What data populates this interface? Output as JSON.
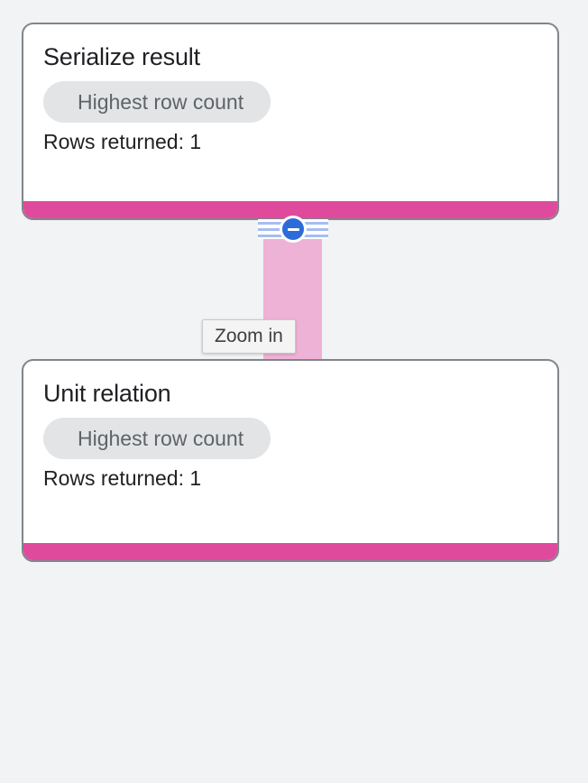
{
  "theme": {
    "background": "#f1f3f4",
    "card_background": "#ffffff",
    "card_border": "#80868b",
    "accent_pink": "#e04a9d",
    "edge_pink": "#eeb2d6",
    "chip_background": "#e2e4e6",
    "chip_text": "#5f6368",
    "title_text": "#1f2023",
    "button_blue": "#2b6cd9",
    "stripe_blue": "#a6bef0",
    "tooltip_background": "#f4f4f4",
    "tooltip_text": "#3c4043"
  },
  "graph": {
    "nodes": [
      {
        "id": "serialize-result",
        "title": "Serialize result",
        "chip_label": "Highest row count",
        "stat_label": "Rows returned: 1"
      },
      {
        "id": "unit-relation",
        "title": "Unit relation",
        "chip_label": "Highest row count",
        "stat_label": "Rows returned: 1"
      }
    ],
    "edge": {
      "from": "serialize-result",
      "to": "unit-relation"
    },
    "collapse_control": {
      "icon": "minus-circle-icon",
      "state": "expanded"
    },
    "tooltip": {
      "text": "Zoom in"
    }
  }
}
